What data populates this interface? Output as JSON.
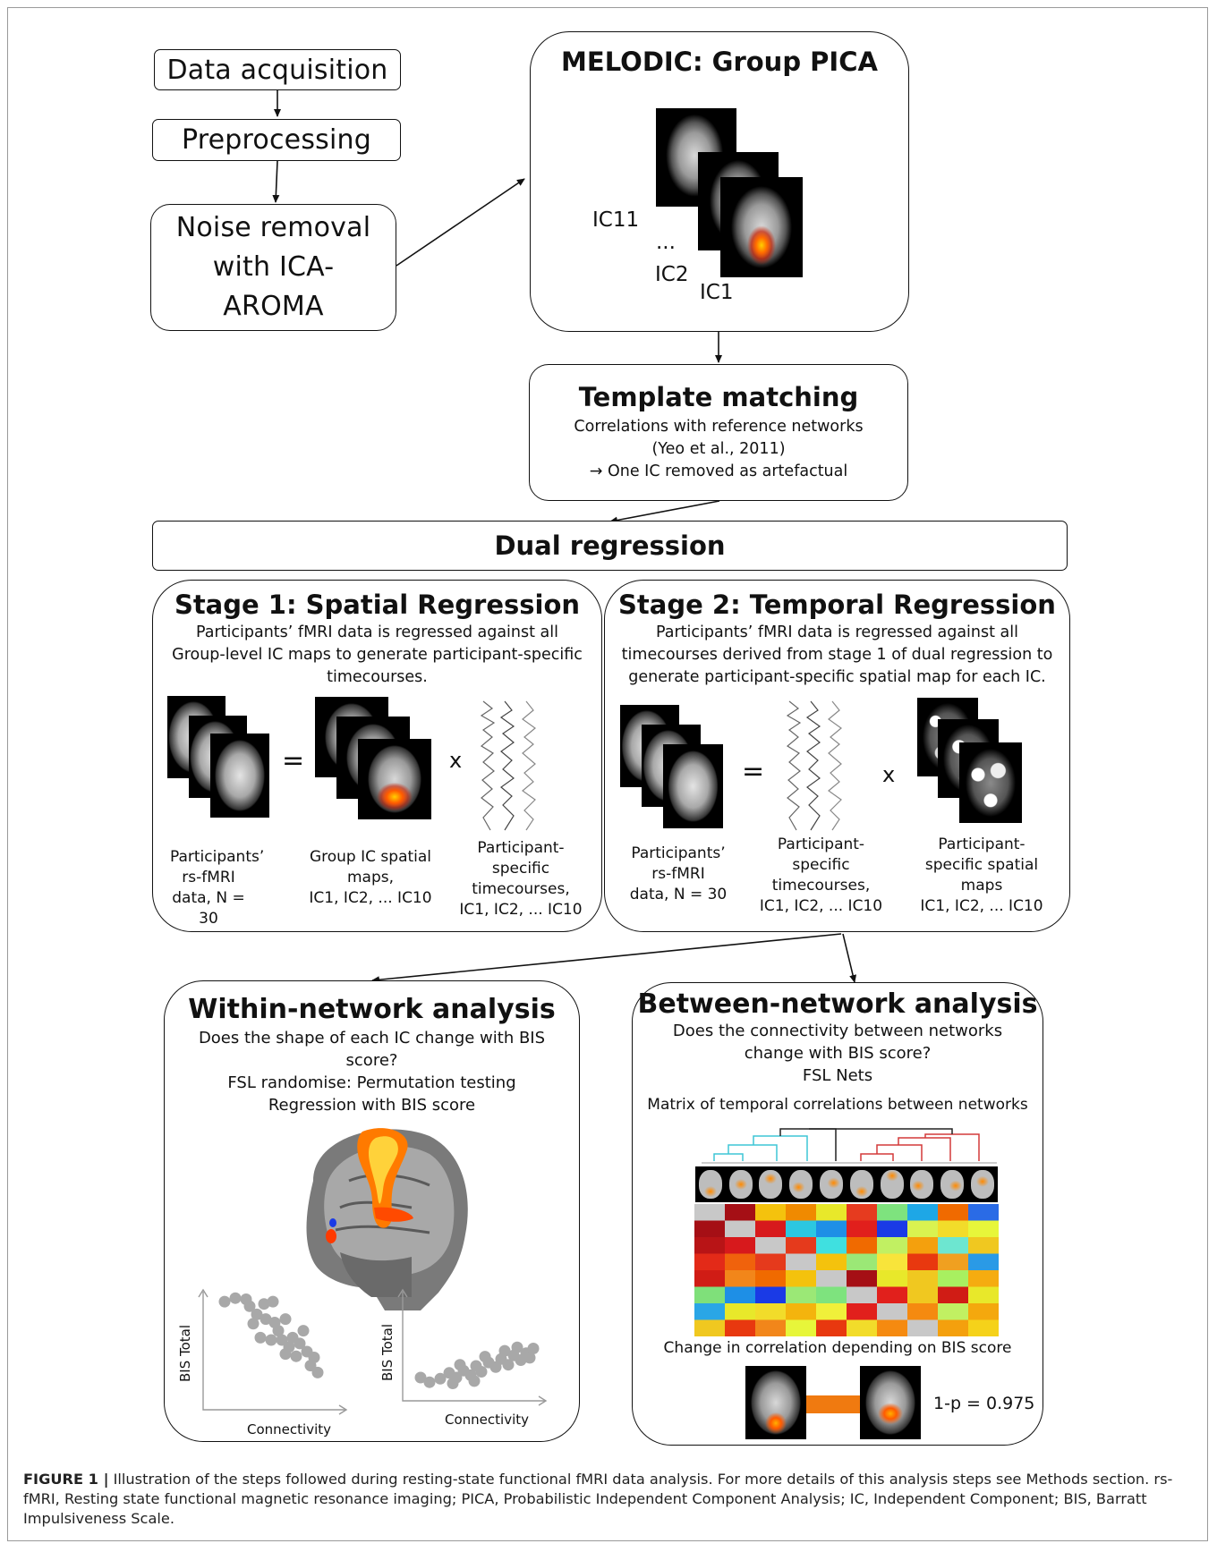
{
  "steps": {
    "acquisition": "Data acquisition",
    "preprocessing": "Preprocessing",
    "noise_line1": "Noise removal",
    "noise_line2": "with ICA-",
    "noise_line3": "AROMA"
  },
  "melodic": {
    "title": "MELODIC: Group PICA",
    "ic11": "IC11",
    "dots": "...",
    "ic2": "IC2",
    "ic1": "IC1"
  },
  "template": {
    "title": "Template matching",
    "line1": "Correlations with reference networks",
    "line2": "(Yeo et al., 2011)",
    "line3": "→ One IC removed as artefactual"
  },
  "dual": {
    "title": "Dual regression"
  },
  "stage1": {
    "title": "Stage 1: Spatial Regression",
    "desc1": "Participants’ fMRI data is regressed against all",
    "desc2": "Group-level IC maps to generate participant-specific",
    "desc3": "timecourses.",
    "eq": "=",
    "times": "x",
    "lbl1": [
      "Participants’",
      "rs-fMRI",
      "data, N = 30"
    ],
    "lbl2": [
      "Group IC spatial",
      "maps,",
      "IC1, IC2, ... IC10"
    ],
    "lbl3": [
      "Participant-",
      "specific",
      "timecourses,",
      "IC1, IC2, ... IC10"
    ]
  },
  "stage2": {
    "title": "Stage 2: Temporal Regression",
    "desc1": "Participants’ fMRI data is regressed against all",
    "desc2": "timecourses derived from stage 1 of dual regression to",
    "desc3": "generate participant-specific spatial map for each IC.",
    "eq": "=",
    "times": "x",
    "lbl1": [
      "Participants’",
      "rs-fMRI",
      "data, N = 30"
    ],
    "lbl2": [
      "Participant-",
      "specific",
      "timecourses,",
      "IC1, IC2, ... IC10"
    ],
    "lbl3": [
      "Participant-",
      "specific spatial",
      "maps",
      "IC1, IC2, ... IC10"
    ]
  },
  "within": {
    "title": "Within-network analysis",
    "q1": "Does the shape of each IC change with BIS",
    "q2": "score?",
    "m1": "FSL randomise:  Permutation testing",
    "m2": "Regression with BIS score",
    "ylabel": "BIS Total",
    "xlabel": "Connectivity"
  },
  "between": {
    "title": "Between-network analysis",
    "q1": "Does the connectivity between networks",
    "q2": "change with BIS score?",
    "m1": "FSL Nets",
    "matrix_title": "Matrix of temporal correlations between networks",
    "change_title": "Change in correlation depending on BIS score",
    "pvalue": "1-p = 0.975"
  },
  "matrix_colors": [
    [
      "#c8c8c8",
      "#a50f15",
      "#f4c20d",
      "#f08a00",
      "#e8e82a",
      "#e63b1f",
      "#7ee37e",
      "#1ea7e6",
      "#f06a00",
      "#2a6be6"
    ],
    [
      "#a50f15",
      "#c8c8c8",
      "#d7191c",
      "#2cc7e0",
      "#1e8fe6",
      "#e11f1c",
      "#1a3ae6",
      "#d9f250",
      "#f2dc2a",
      "#e7f63a"
    ],
    [
      "#b81416",
      "#d7191c",
      "#c8c8c8",
      "#e53a1c",
      "#3fe0e0",
      "#f06a00",
      "#c1f062",
      "#f4a00d",
      "#6de6d0",
      "#f0c820"
    ],
    [
      "#e32a18",
      "#f0620c",
      "#e53a1c",
      "#c8c8c8",
      "#f4c20d",
      "#9be876",
      "#f8e43a",
      "#e8380f",
      "#f0a020",
      "#2a9ae6"
    ],
    [
      "#d01c15",
      "#f2861a",
      "#f06a00",
      "#f4c20d",
      "#c8c8c8",
      "#a50f15",
      "#e8e82a",
      "#f0c820",
      "#a8f060",
      "#f5ac10"
    ],
    [
      "#7fe07a",
      "#1e8fe6",
      "#1a3ae6",
      "#9be876",
      "#7ee37e",
      "#c8c8c8",
      "#e1201c",
      "#f0c820",
      "#d01c15",
      "#e8e82a"
    ],
    [
      "#2aa6e6",
      "#e8e82a",
      "#f2dc2a",
      "#f4b40d",
      "#f0f03a",
      "#e1201c",
      "#c8c8c8",
      "#f58a10",
      "#c1f062",
      "#f4a80d"
    ],
    [
      "#f0c820",
      "#e8380f",
      "#f2861a",
      "#e7f63a",
      "#e8380f",
      "#f2dc2a",
      "#f58a10",
      "#c8c8c8",
      "#f4a00d",
      "#f5d21a"
    ]
  ],
  "scatter1": [
    [
      1.2,
      9.3
    ],
    [
      1.8,
      9.6
    ],
    [
      2.4,
      9.5
    ],
    [
      2.6,
      8.9
    ],
    [
      3.4,
      9.1
    ],
    [
      3.9,
      9.3
    ],
    [
      3.0,
      8.2
    ],
    [
      3.5,
      7.8
    ],
    [
      2.8,
      7.4
    ],
    [
      4.0,
      7.5
    ],
    [
      4.6,
      7.8
    ],
    [
      4.2,
      6.8
    ],
    [
      3.2,
      6.2
    ],
    [
      3.8,
      6.0
    ],
    [
      4.4,
      6.0
    ],
    [
      5.0,
      6.2
    ],
    [
      5.4,
      5.7
    ],
    [
      4.8,
      5.4
    ],
    [
      5.8,
      5.0
    ],
    [
      6.2,
      4.5
    ],
    [
      6.0,
      3.8
    ],
    [
      6.4,
      3.2
    ],
    [
      5.2,
      4.6
    ],
    [
      4.6,
      4.8
    ],
    [
      5.6,
      6.8
    ]
  ],
  "scatter2": [
    [
      1.0,
      2.0
    ],
    [
      1.5,
      1.6
    ],
    [
      2.1,
      1.9
    ],
    [
      2.6,
      2.4
    ],
    [
      3.0,
      2.0
    ],
    [
      3.4,
      2.6
    ],
    [
      3.8,
      2.2
    ],
    [
      4.1,
      3.0
    ],
    [
      4.4,
      2.5
    ],
    [
      4.8,
      3.3
    ],
    [
      5.2,
      2.9
    ],
    [
      5.5,
      3.6
    ],
    [
      5.9,
      3.1
    ],
    [
      6.2,
      3.9
    ],
    [
      6.6,
      3.5
    ],
    [
      6.9,
      4.1
    ],
    [
      7.1,
      3.7
    ],
    [
      4.0,
      1.7
    ],
    [
      3.2,
      3.1
    ],
    [
      5.7,
      4.3
    ],
    [
      6.4,
      4.6
    ],
    [
      2.8,
      1.5
    ],
    [
      4.6,
      3.8
    ],
    [
      7.3,
      4.5
    ]
  ],
  "caption": {
    "label": "FIGURE 1 |",
    "text": " Illustration of the steps followed during resting-state functional fMRI data analysis. For more details of this analysis steps see Methods section. rs-fMRI, Resting state functional magnetic resonance imaging; PICA, Probabilistic Independent Component Analysis; IC, Independent Component; BIS, Barratt Impulsiveness Scale."
  }
}
